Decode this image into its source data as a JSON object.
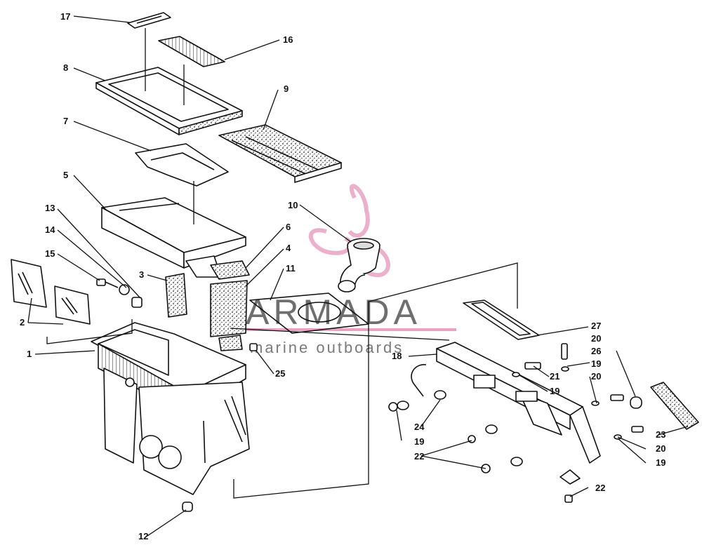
{
  "watermark": {
    "brand": "ARMADA",
    "tagline": "marine outboards",
    "accent_color": "#e8a3c4",
    "text_color": "#6f6f6f"
  },
  "callouts": {
    "c1": "1",
    "c2": "2",
    "c3": "3",
    "c4": "4",
    "c5": "5",
    "c6": "6",
    "c7": "7",
    "c8": "8",
    "c9": "9",
    "c10": "10",
    "c11": "11",
    "c12": "12",
    "c13": "13",
    "c14": "14",
    "c15": "15",
    "c16": "16",
    "c17": "17",
    "c18": "18",
    "c19a": "19",
    "c19b": "19",
    "c19c": "19",
    "c19d": "19",
    "c20a": "20",
    "c20b": "20",
    "c20c": "20",
    "c21": "21",
    "c22a": "22",
    "c22b": "22",
    "c23": "23",
    "c24": "24",
    "c25": "25",
    "c26": "26",
    "c27": "27"
  }
}
